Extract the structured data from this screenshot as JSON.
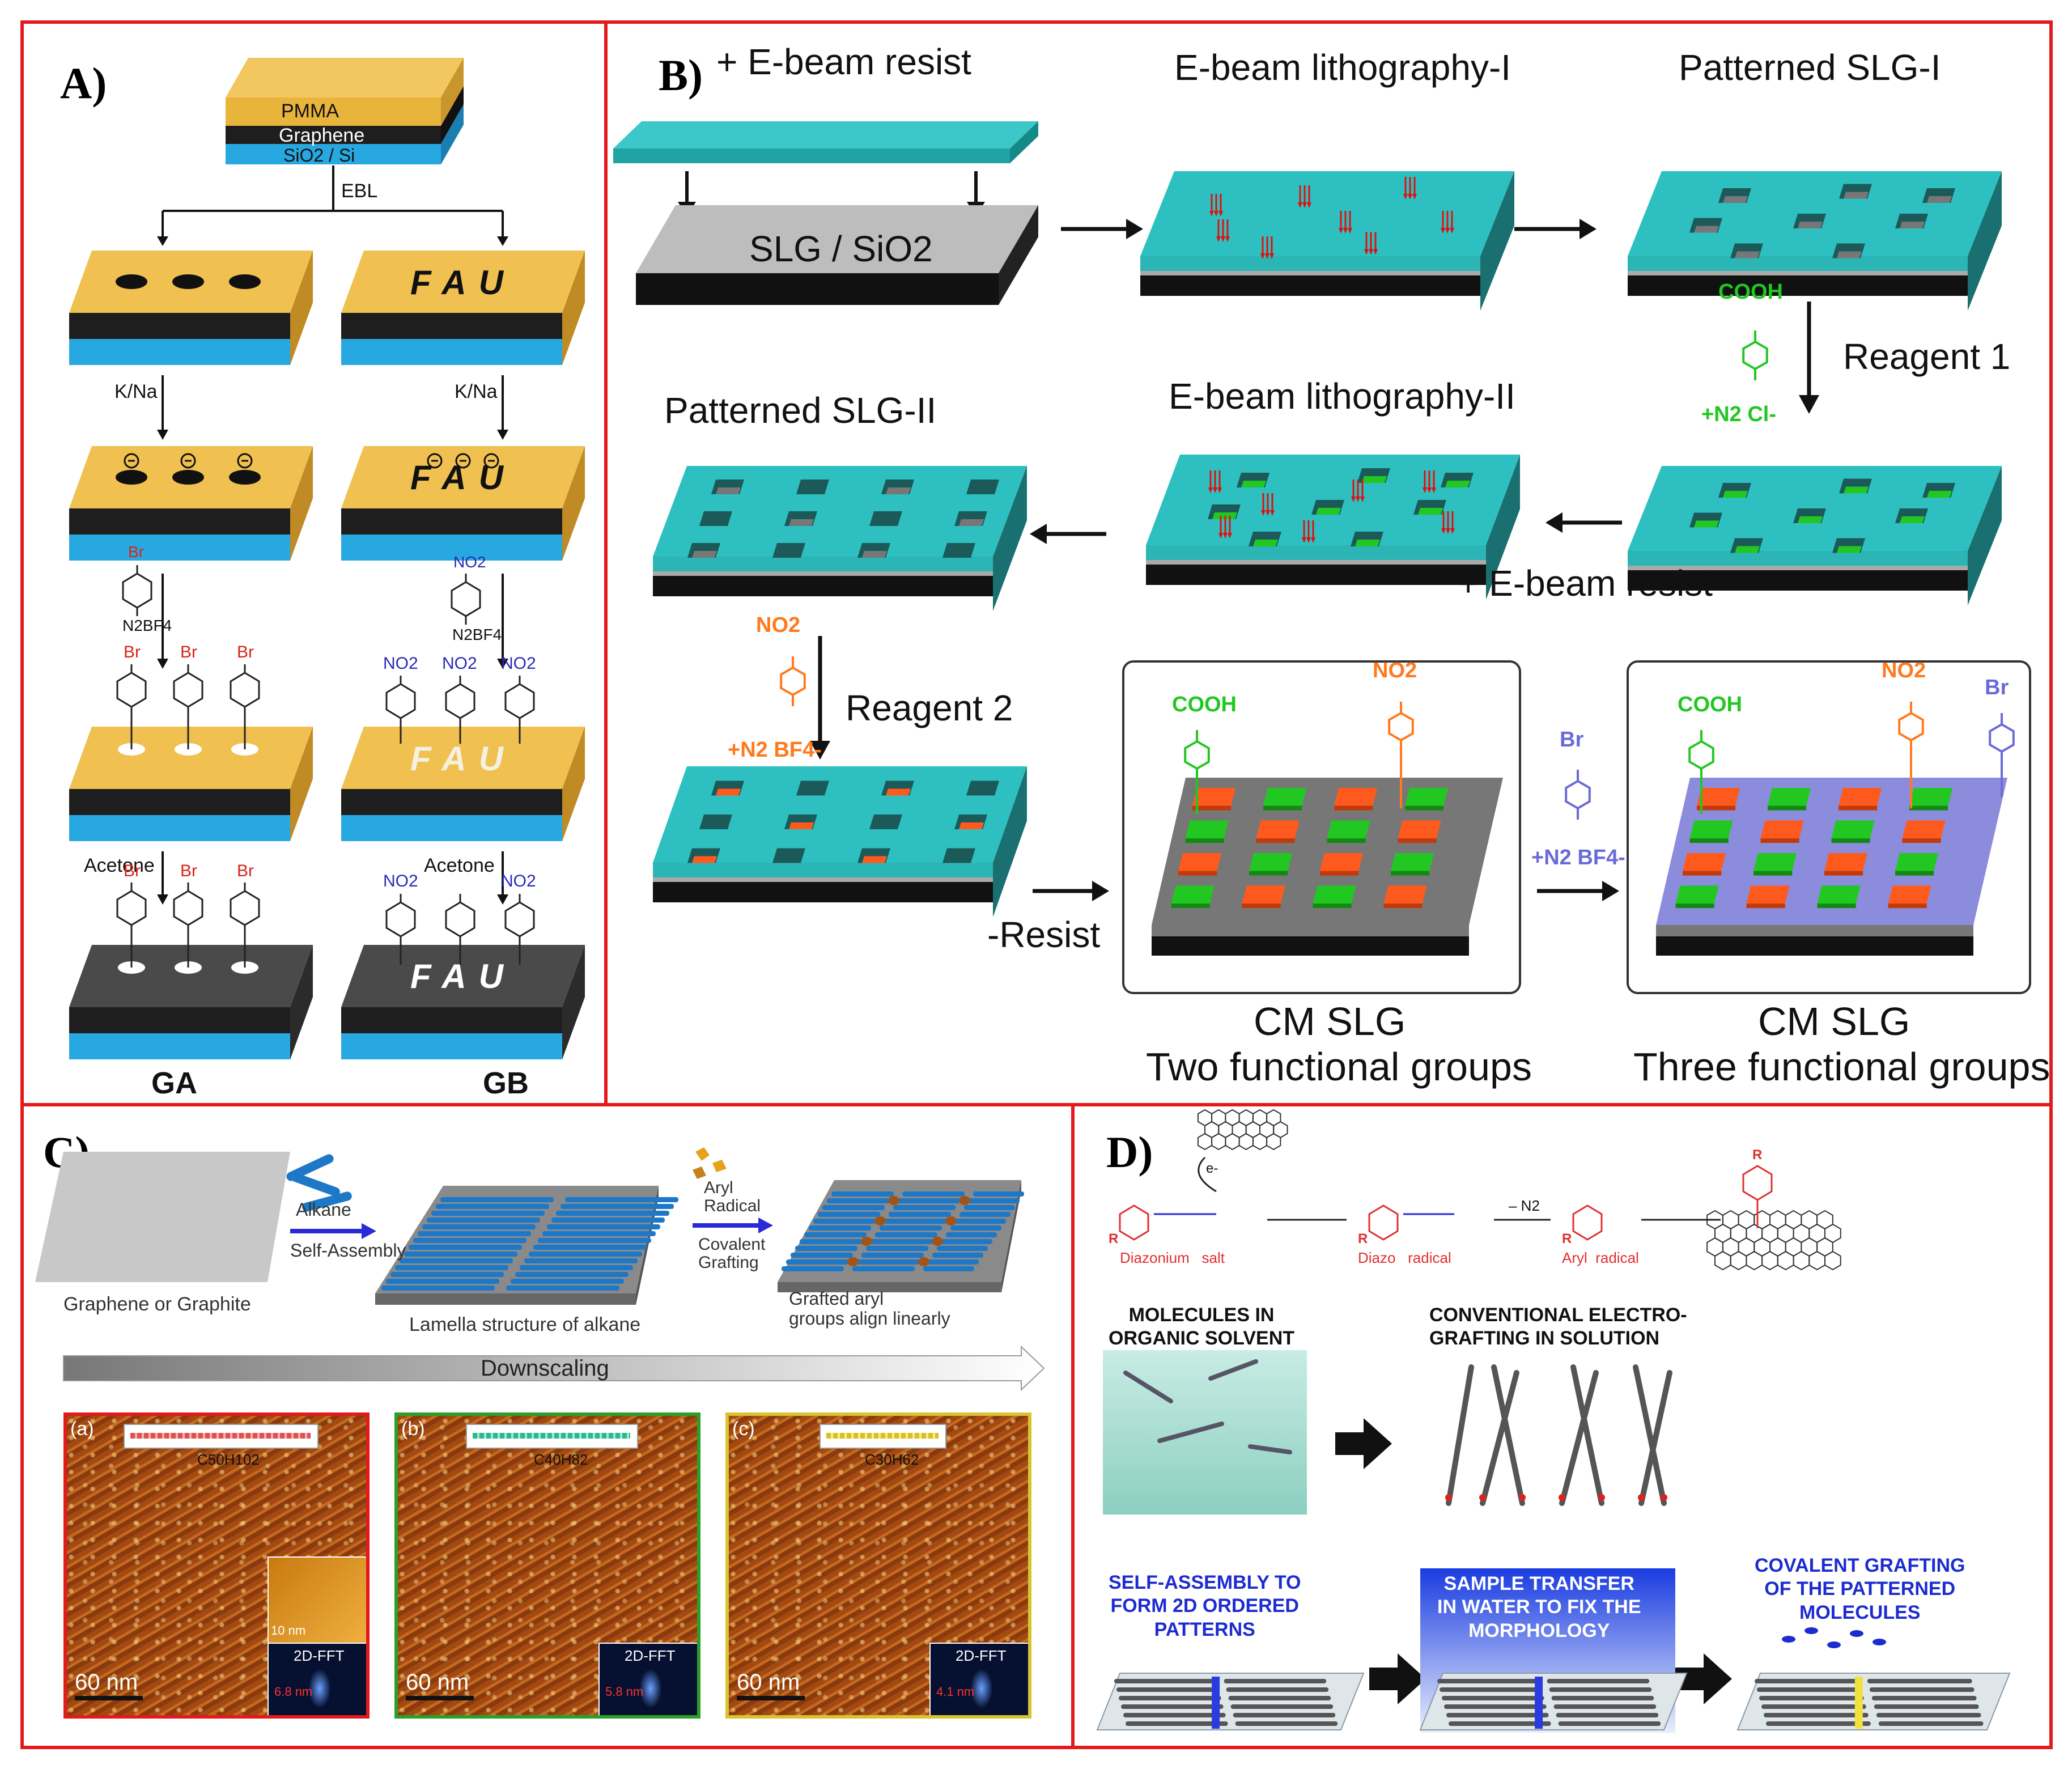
{
  "panels": {
    "a": "A)",
    "b": "B)",
    "c": "C)",
    "d": "D)"
  },
  "colors": {
    "border": "#e3191c",
    "resist": "#2bb5b5",
    "gold": "#e8b43c",
    "sio2": "#28a8e0",
    "green": "#22c722",
    "orange": "#ff5a1e",
    "purple": "#8c8cdc",
    "blue_text": "#1d2ccf"
  },
  "A": {
    "layers": {
      "pmma": "PMMA",
      "graphene": "Graphene",
      "sio2": "SiO2 / Si"
    },
    "ebl": "EBL",
    "fau": "FAU",
    "step_kna_left": "K/Na",
    "step_kna_right": "K/Na",
    "reagent_left_top": "Br",
    "reagent_left_bottom": "N2BF4",
    "reagent_right_top": "NO2",
    "reagent_right_bottom": "N2BF4",
    "acetone_left": "Acetone",
    "acetone_right": "Acetone",
    "sub_br": "Br",
    "sub_no2": "NO2",
    "result_left": "GA",
    "result_right": "GB"
  },
  "B": {
    "ebeam_resist": "+ E-beam resist",
    "substrate": "SLG / SiO2",
    "ebl1": "E-beam lithography-I",
    "pslg1": "Patterned SLG-I",
    "reagent1": "Reagent 1",
    "cooh": "COOH",
    "diazo_cl": "+N2 Cl-",
    "ebl2": "E-beam lithography-II",
    "pslg2": "Patterned SLG-II",
    "ebeam_resist2": "+ E-beam resist",
    "no2": "NO2",
    "bf4": "+N2 BF4-",
    "reagent2": "Reagent 2",
    "minus_resist": "-Resist",
    "br": "Br",
    "cm1_l1": "CM SLG",
    "cm1_l2": "Two functional groups",
    "cm2_l1": "CM SLG",
    "cm2_l2": "Three functional groups"
  },
  "C": {
    "graphene_label": "Graphene or Graphite",
    "alkane": "Alkane",
    "self_assembly": "Self-Assembly",
    "lamella": "Lamella structure of alkane",
    "aryl_radical": "Aryl\nRadical",
    "covalent": "Covalent\nGrafting",
    "grafted": "Grafted aryl\ngroups align linearly",
    "downscaling": "Downscaling",
    "images": [
      {
        "tag": "(a)",
        "formula": "C50H102",
        "scale": "60 nm",
        "inset_scale": "10 nm",
        "fft": "2D-FFT",
        "fft_val": "6.8 nm"
      },
      {
        "tag": "(b)",
        "formula": "C40H82",
        "scale": "60 nm",
        "fft": "2D-FFT",
        "fft_val": "5.8 nm"
      },
      {
        "tag": "(c)",
        "formula": "C30H62",
        "scale": "60 nm",
        "fft": "2D-FFT",
        "fft_val": "4.1 nm"
      }
    ]
  },
  "D": {
    "electron": "e-",
    "r": "R",
    "diazonium": "Diazonium   salt",
    "diazo_radical": "Diazo   radical",
    "minus_n2": "– N2",
    "aryl_radical": "Aryl  radical",
    "mol_solvent": "MOLECULES IN\nORGANIC SOLVENT",
    "conv": "CONVENTIONAL ELECTRO-\nGRAFTING IN SOLUTION",
    "self_assembly": "SELF-ASSEMBLY TO\nFORM 2D ORDERED\nPATTERNS",
    "transfer": "SAMPLE TRANSFER\nIN WATER TO FIX THE\nMORPHOLOGY",
    "covalent": "COVALENT GRAFTING\nOF THE PATTERNED\nMOLECULES"
  }
}
